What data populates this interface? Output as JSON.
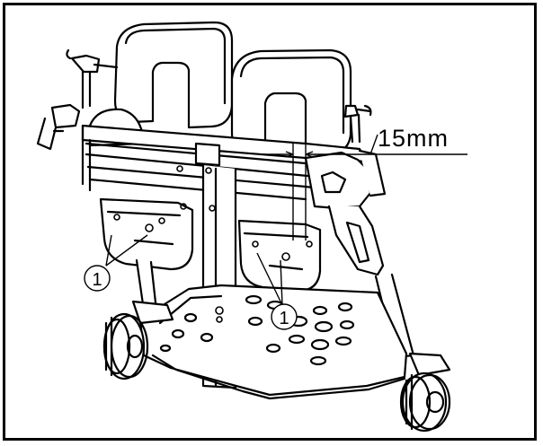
{
  "figure": {
    "dimension_label": "15mm",
    "callouts": [
      {
        "label": "1"
      },
      {
        "label": "1"
      }
    ]
  }
}
